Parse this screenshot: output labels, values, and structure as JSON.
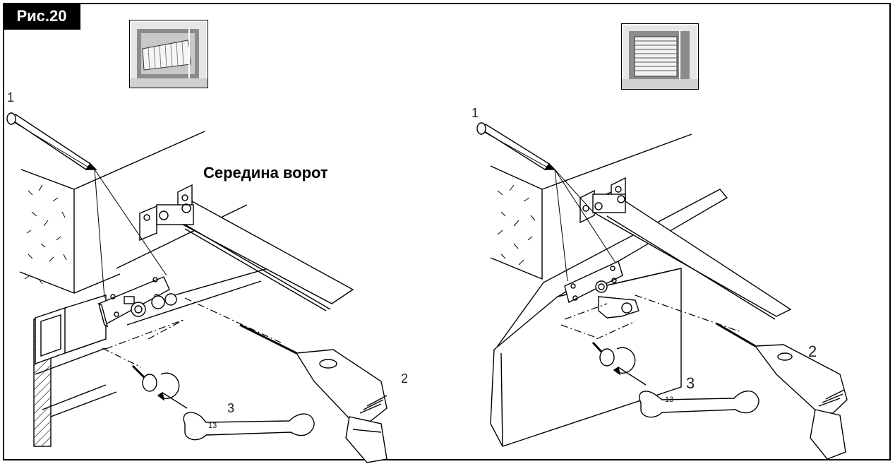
{
  "figure": {
    "label": "Рис.20",
    "caption": "Середина ворот"
  },
  "left_panel": {
    "callouts": [
      "1",
      "2",
      "3"
    ],
    "wrench_size": "13"
  },
  "right_panel": {
    "callouts": [
      "1",
      "2",
      "3"
    ],
    "wrench_size": "13"
  },
  "colors": {
    "ink": "#000000",
    "background": "#ffffff",
    "thumb_fill": "#d9d9d9"
  },
  "icons": {
    "left_thumbnail": "tilting-garage-door-icon",
    "right_thumbnail": "sectional-garage-door-icon"
  }
}
